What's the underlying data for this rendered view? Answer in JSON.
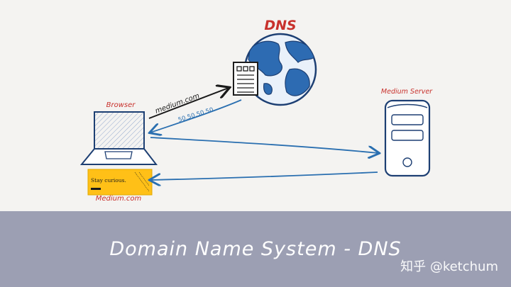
{
  "labels": {
    "dns": "DNS",
    "browser": "Browser",
    "medium_server": "Medium Server",
    "request_domain": "medium.com",
    "response_ip": "50.50.50.50",
    "site": "Medium.com",
    "site_tagline": "Stay curious."
  },
  "caption": "Domain Name System - DNS",
  "watermark": "知乎 @ketchum",
  "colors": {
    "label_red": "#c8312c",
    "arrow_blue": "#2a6fb0",
    "arrow_dark": "#1a1a1a",
    "banner": "#9c9fb3",
    "globe_blue": "#2d6bb2",
    "medium_yellow": "#ffc017"
  },
  "icons": [
    "globe-icon",
    "dns-record-icon",
    "laptop-icon",
    "server-icon",
    "medium-thumbnail"
  ]
}
